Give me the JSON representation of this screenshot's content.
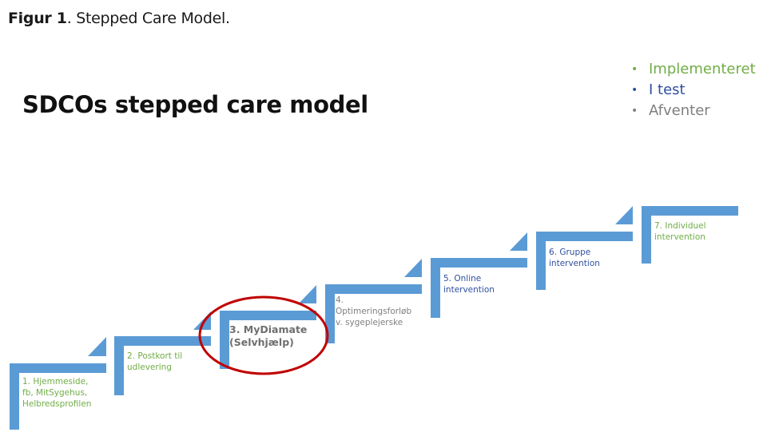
{
  "caption": {
    "prefix": "Figur 1",
    "text": ". Stepped Care Model."
  },
  "title": "SDCOs stepped care model",
  "colors": {
    "step_shape": "#5b9bd5",
    "implemented": "#70ad47",
    "in_test": "#2f4f9e",
    "pending": "#7f7f7f",
    "highlight_circle": "#c00000"
  },
  "legend": [
    {
      "label": "Implementeret",
      "status": "implemented",
      "color": "#70ad47"
    },
    {
      "label": "I test",
      "status": "in_test",
      "color": "#2f4f9e"
    },
    {
      "label": "Afventer",
      "status": "pending",
      "color": "#7f7f7f"
    }
  ],
  "steps": [
    {
      "number": 1,
      "lines": [
        "1. Hjemmeside,",
        "fb, MitSygehus,",
        "Helbredsprofilen"
      ],
      "status": "implemented",
      "color": "#70ad47"
    },
    {
      "number": 2,
      "lines": [
        "2. Postkort til",
        "udlevering"
      ],
      "status": "implemented",
      "color": "#70ad47"
    },
    {
      "number": 3,
      "lines": [
        "3. MyDiamate",
        "(Selvhjælp)"
      ],
      "status": "pending",
      "color": "#6f6f6f",
      "highlighted": true
    },
    {
      "number": 4,
      "lines": [
        "4.",
        "Optimeringsforløb",
        "v. sygeplejerske"
      ],
      "status": "pending",
      "color": "#7f7f7f"
    },
    {
      "number": 5,
      "lines": [
        "5. Online",
        "intervention"
      ],
      "status": "in_test",
      "color": "#2f4f9e"
    },
    {
      "number": 6,
      "lines": [
        "6. Gruppe",
        "intervention"
      ],
      "status": "in_test",
      "color": "#2f4f9e"
    },
    {
      "number": 7,
      "lines": [
        "7. Individuel",
        "intervention"
      ],
      "status": "implemented",
      "color": "#70ad47"
    }
  ]
}
